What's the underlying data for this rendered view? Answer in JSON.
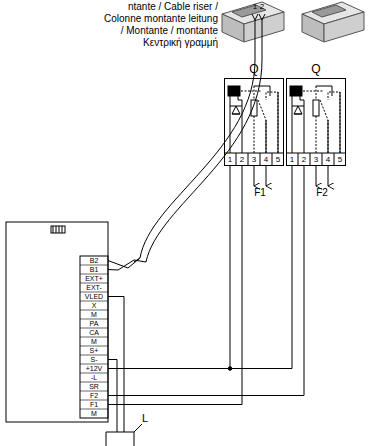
{
  "diagram": {
    "nodes": [
      {
        "text": [
          "Q"
        ]
      },
      {
        "text": [
          "Q"
        ]
      }
    ],
    "labels": [
      "ntante / Cable riser / Colonne montante leitung / Montante / montante Κεντρική γραμμή",
      "1",
      "2",
      "1",
      "2",
      "3",
      "4",
      "5",
      "1",
      "2",
      "3",
      "4",
      "5",
      "F1",
      "F2",
      "B2",
      "B1",
      "EXT+",
      "EXT-",
      "VLED",
      "X",
      "M",
      "PA",
      "CA",
      "M",
      "S+",
      "S-",
      "+12V",
      "-L",
      "SR",
      "F2",
      "F1",
      "M",
      "L"
    ]
  }
}
